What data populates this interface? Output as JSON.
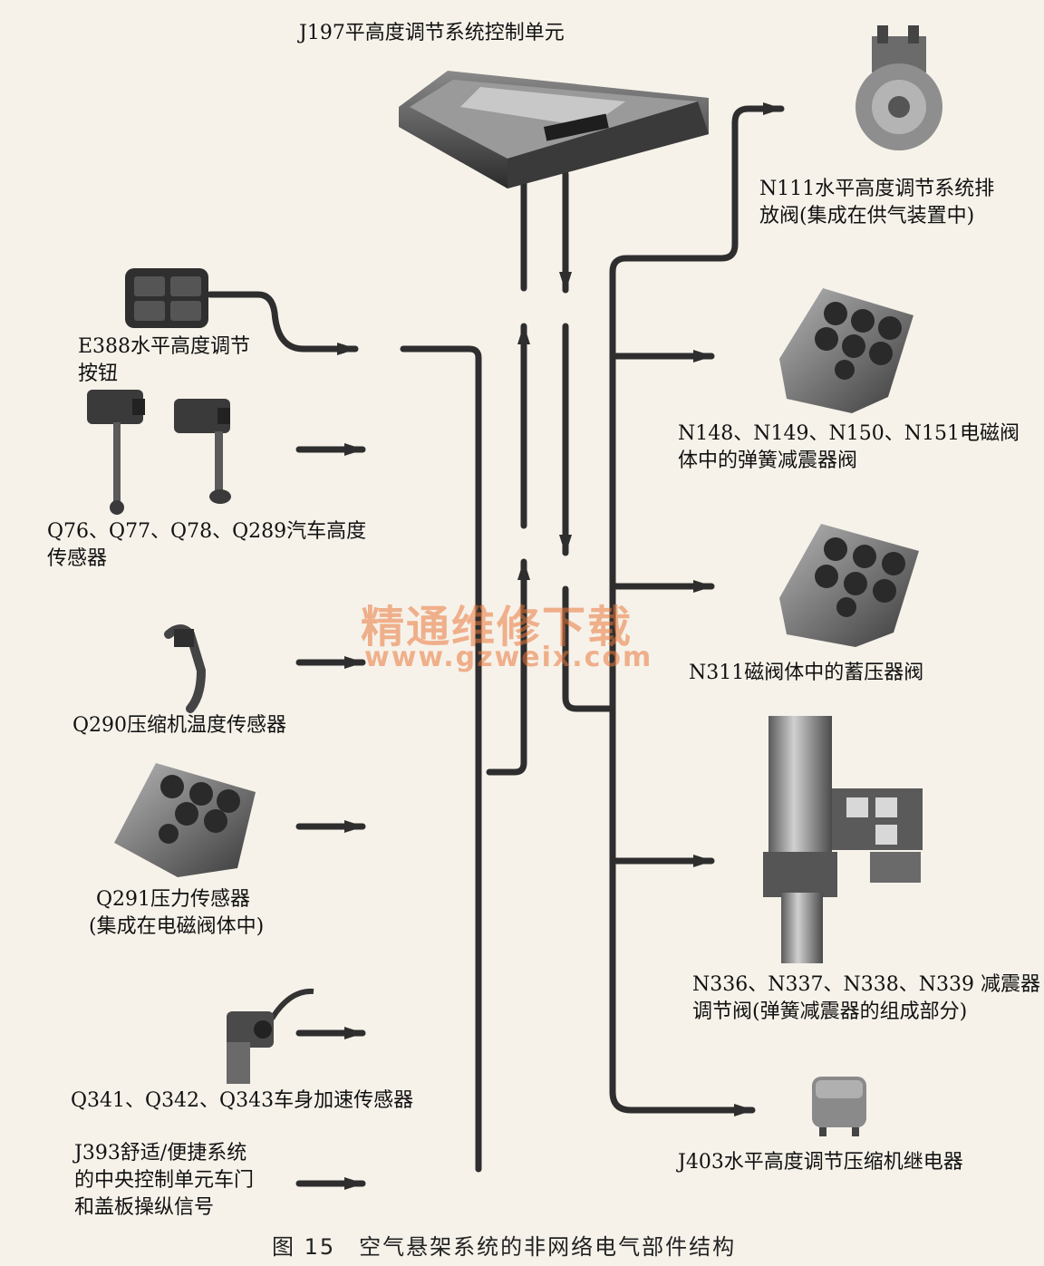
{
  "figure": {
    "caption_number": "图 15",
    "caption_title": "空气悬架系统的非网络电气部件结构"
  },
  "control_unit": {
    "label": "J197平高度调节系统控制单元",
    "icon": "control-unit-box-icon"
  },
  "inputs": [
    {
      "id": "e388",
      "lines": [
        "E388水平高度调节",
        "按钮"
      ],
      "icon": "button-switch-icon"
    },
    {
      "id": "q76",
      "lines": [
        "Q76、Q77、Q78、Q289汽车高度",
        "传感器"
      ],
      "icon": "height-sensor-icon"
    },
    {
      "id": "q290",
      "lines": [
        "Q290压缩机温度传感器"
      ],
      "icon": "temperature-sensor-icon"
    },
    {
      "id": "q291",
      "lines": [
        "Q291压力传感器",
        "(集成在电磁阀体中)"
      ],
      "icon": "solenoid-block-icon"
    },
    {
      "id": "q341",
      "lines": [
        "Q341、Q342、Q343车身加速传感器"
      ],
      "icon": "acceleration-sensor-icon"
    },
    {
      "id": "j393",
      "lines": [
        "J393舒适/便捷系统",
        "的中央控制单元车门",
        "和盖板操纵信号"
      ],
      "icon": ""
    }
  ],
  "outputs": [
    {
      "id": "n111",
      "lines": [
        "N111水平高度调节系统排",
        "放阀(集成在供气装置中)"
      ],
      "icon": "exhaust-valve-icon"
    },
    {
      "id": "n148",
      "lines": [
        "N148、N149、N150、N151电磁阀",
        "体中的弹簧减震器阀"
      ],
      "icon": "valve-block-icon"
    },
    {
      "id": "n311",
      "lines": [
        "N311磁阀体中的蓄压器阀"
      ],
      "icon": "valve-block-icon"
    },
    {
      "id": "n336",
      "lines": [
        "N336、N337、N338、N339 减震器",
        "调节阀(弹簧减震器的组成部分)"
      ],
      "icon": "damper-strut-icon"
    },
    {
      "id": "j403",
      "lines": [
        "J403水平高度调节压缩机继电器"
      ],
      "icon": "relay-icon"
    }
  ],
  "watermark": {
    "text": "精通维修下载",
    "url": "www.gzweix.com"
  },
  "colors": {
    "line": "#2e2e2e",
    "background": "#f6f2ea",
    "watermark": "#e9783a"
  }
}
